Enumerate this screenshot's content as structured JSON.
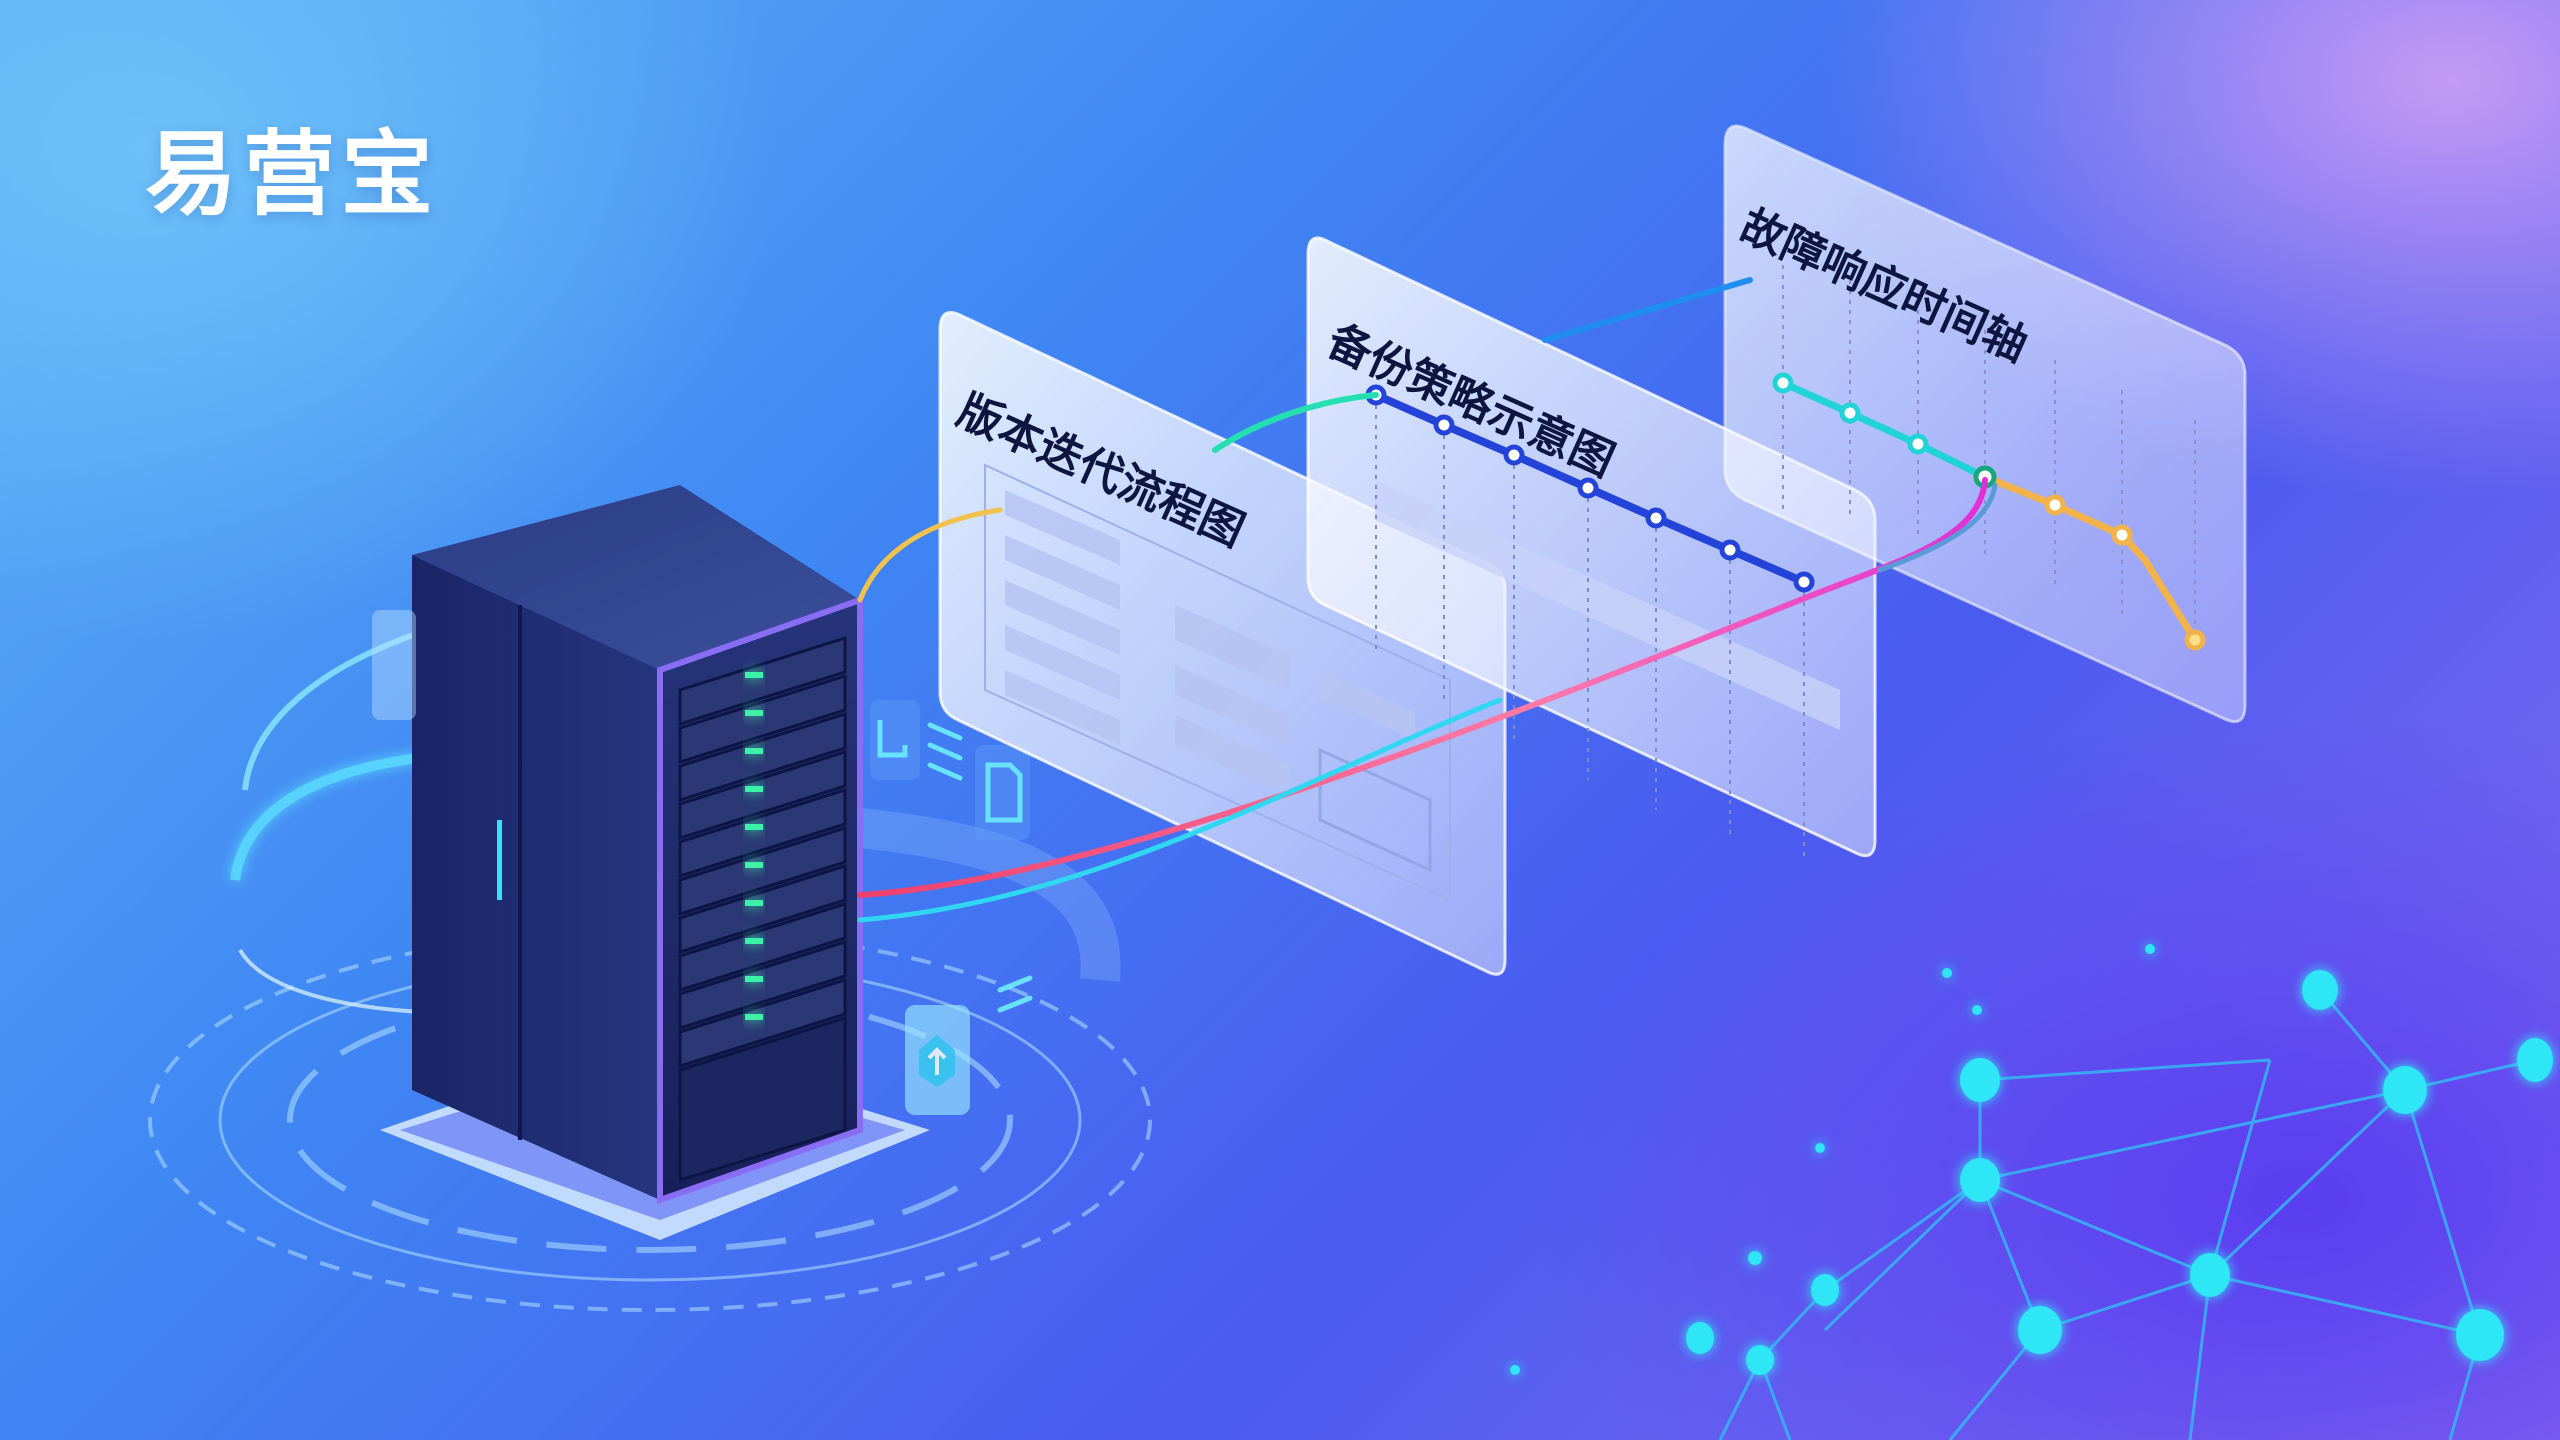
{
  "brand": {
    "name": "易营宝"
  },
  "panels": [
    {
      "title": "版本迭代流程图",
      "type": "flowchart"
    },
    {
      "title": "备份策略示意图",
      "type": "line"
    },
    {
      "title": "故障响应时间轴",
      "type": "timeline"
    }
  ],
  "colors": {
    "bg_top_left": "#5fb2f7",
    "bg_bottom_left": "#2d7cf0",
    "bg_top_right": "#c59af5",
    "rack_body": "#1b2a6b",
    "led_green": "#3ef2a8",
    "network_node": "#2fe6f5",
    "line_blue": "#2443d8",
    "line_cyan": "#1fd3d6",
    "line_orange": "#f3b34a",
    "line_magenta": "#e02fd8",
    "line_red": "#f0406a"
  },
  "icons": [
    "server-rack-icon",
    "document-icon",
    "shield-upload-icon",
    "copy-icon",
    "network-graph-icon"
  ]
}
